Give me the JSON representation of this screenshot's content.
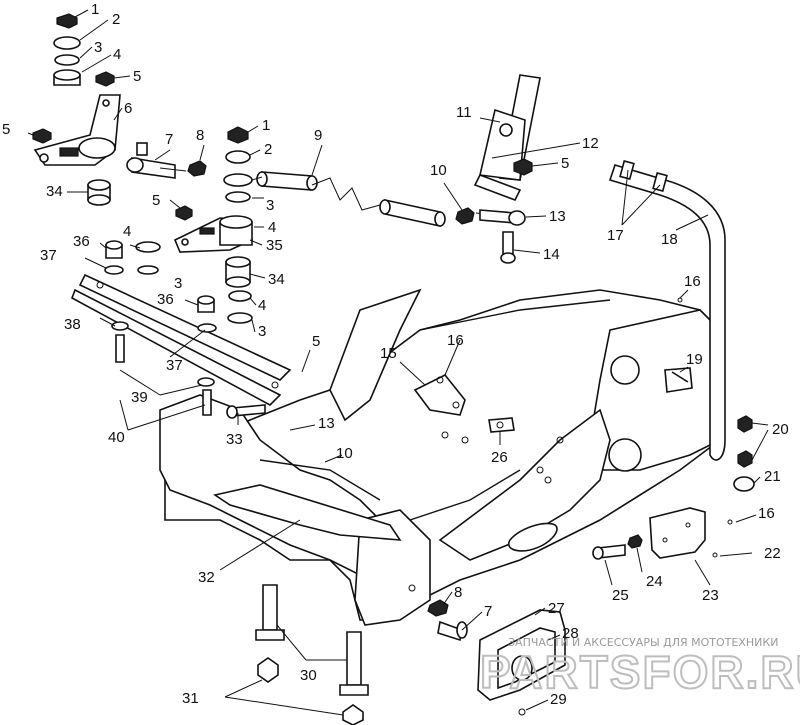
{
  "callouts": {
    "n1a": "1",
    "n2a": "2",
    "n3a": "3",
    "n4a": "4",
    "n5a": "5",
    "n6": "6",
    "n5b": "5",
    "n34a": "34",
    "n7a": "7",
    "n8a": "8",
    "n1b": "1",
    "n2b": "2",
    "n3b": "3",
    "n4b": "4",
    "n5c": "5",
    "n35": "35",
    "n9": "9",
    "n10a": "10",
    "n11": "11",
    "n12": "12",
    "n5d": "5",
    "n13a": "13",
    "n14": "14",
    "n17": "17",
    "n18": "18",
    "n36a": "36",
    "n4c": "4",
    "n37a": "37",
    "n34b": "34",
    "n36b": "36",
    "n4d": "4",
    "n38": "38",
    "n3c": "3",
    "n3d": "3",
    "n37b": "37",
    "n5e": "5",
    "n16a": "16",
    "n15": "15",
    "n16b": "16",
    "n19": "19",
    "n39": "39",
    "n40": "40",
    "n33": "33",
    "n13b": "13",
    "n10b": "10",
    "n26": "26",
    "n20": "20",
    "n21": "21",
    "n16c": "16",
    "n22": "22",
    "n32": "32",
    "n25": "25",
    "n24": "24",
    "n23": "23",
    "n8b": "8",
    "n7b": "7",
    "n27": "27",
    "n28": "28",
    "n30": "30",
    "n31": "31",
    "n29": "29"
  },
  "watermark": {
    "caption": "ЗАПЧАСТИ И АКСЕССУАРЫ ДЛЯ МОТОТЕХНИКИ",
    "brand": "PARTSFOR.RU"
  }
}
